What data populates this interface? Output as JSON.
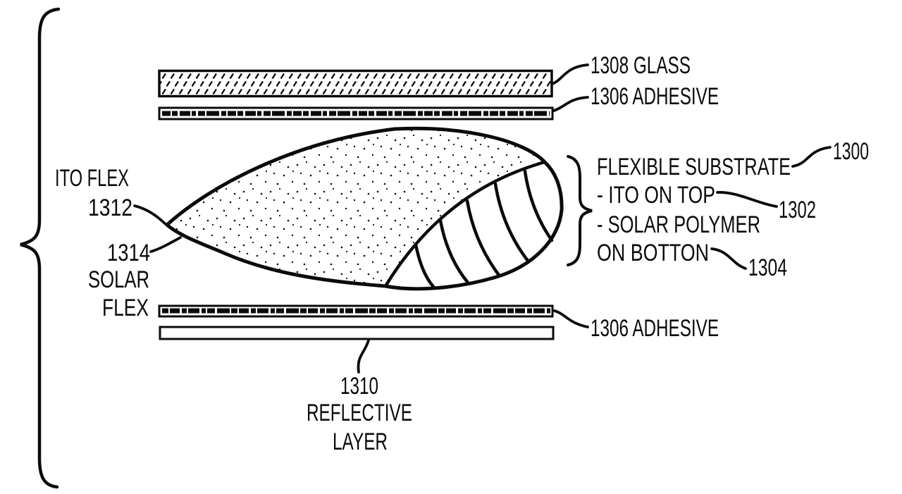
{
  "figure": {
    "description": "Patent layer-stack diagram of a flexible display with solar polymer substrate",
    "colors": {
      "ink": "#0b0b0b",
      "background": "#ffffff"
    }
  },
  "labels": {
    "glass": "1308 GLASS",
    "adhesive_top": "1306 ADHESIVE",
    "flexible_substrate": "FLEXIBLE SUBSTRATE",
    "ito_on_top": "- ITO ON TOP",
    "solar_polymer": "- SOLAR POLYMER",
    "on_botton": "ON BOTTON",
    "ref_1300": "1300",
    "ref_1302": "1302",
    "ref_1304": "1304",
    "ito_flex": "ITO FLEX",
    "ref_1312": "1312",
    "ref_1314": "1314",
    "solar": "SOLAR",
    "flex": "FLEX",
    "adhesive_bottom": "1306 ADHESIVE",
    "ref_1310": "1310",
    "reflective": "REFLECTIVE",
    "layer": "LAYER"
  }
}
